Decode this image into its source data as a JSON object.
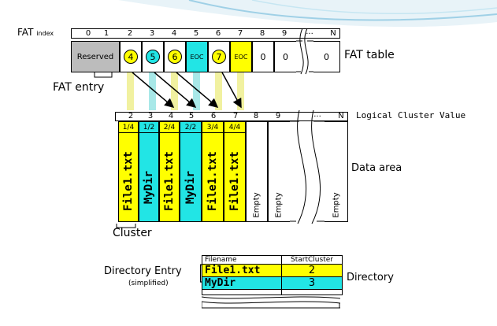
{
  "colors": {
    "yellow": "#ffff00",
    "cyan": "#22e5e5",
    "gray": "#bcbcbc",
    "lightYellow": "#f1f1a0",
    "lightCyan": "#a8e8e8"
  },
  "fat": {
    "index_label_main": "FAT",
    "index_label_sub": "index",
    "indices": [
      "0",
      "1",
      "2",
      "3",
      "4",
      "5",
      "6",
      "7",
      "8",
      "9",
      "...",
      "N"
    ],
    "reserved": "Reserved",
    "values": [
      "4",
      "5",
      "6",
      "EOC",
      "7",
      "EOC",
      "0",
      "0",
      "0"
    ],
    "table_label": "FAT table",
    "entry_label": "FAT entry"
  },
  "data": {
    "indices": [
      "2",
      "3",
      "4",
      "5",
      "6",
      "7",
      "8",
      "9",
      "...",
      "N"
    ],
    "fractions": [
      "1/4",
      "1/2",
      "2/4",
      "2/2",
      "3/4",
      "4/4"
    ],
    "contents": [
      "File1.txt",
      "MyDir",
      "File1.txt",
      "MyDir",
      "File1.txt",
      "File1.txt",
      "Empty",
      "Empty",
      "Empty"
    ],
    "logical_label": "Logical Cluster Value",
    "area_label": "Data area",
    "cluster_label": "Cluster"
  },
  "directory": {
    "entry_label": "Directory Entry",
    "entry_sub": "(simplified)",
    "col_filename": "Filename",
    "col_start": "StartCluster",
    "rows": [
      {
        "name": "File1.txt",
        "start": "2"
      },
      {
        "name": "MyDir",
        "start": "3"
      }
    ],
    "label": "Directory"
  }
}
